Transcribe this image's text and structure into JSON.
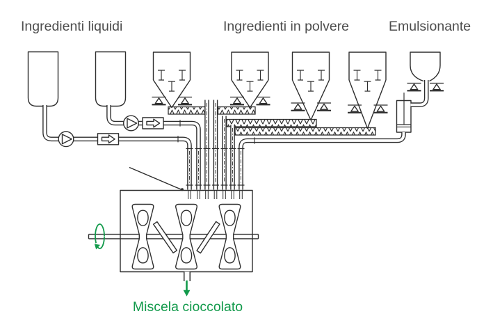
{
  "diagram": {
    "labels": {
      "liquid_ingredients": "Ingredienti liquidi",
      "powder_ingredients": "Ingredienti in polvere",
      "emulsifier": "Emulsionante",
      "output": "Miscela cioccolato"
    },
    "colors": {
      "line": "#2e2e2e",
      "label_text": "#4d4d4d",
      "accent_green": "#129a4b",
      "background": "#ffffff"
    },
    "equipment": {
      "liquid_tanks": 2,
      "powder_hoppers": 4,
      "emulsifier_tanks": 1,
      "pumps": 2,
      "flow_indicators": 2,
      "screw_conveyors": 4,
      "dosing_cylinders": 1,
      "mixing_elements": 3
    }
  }
}
